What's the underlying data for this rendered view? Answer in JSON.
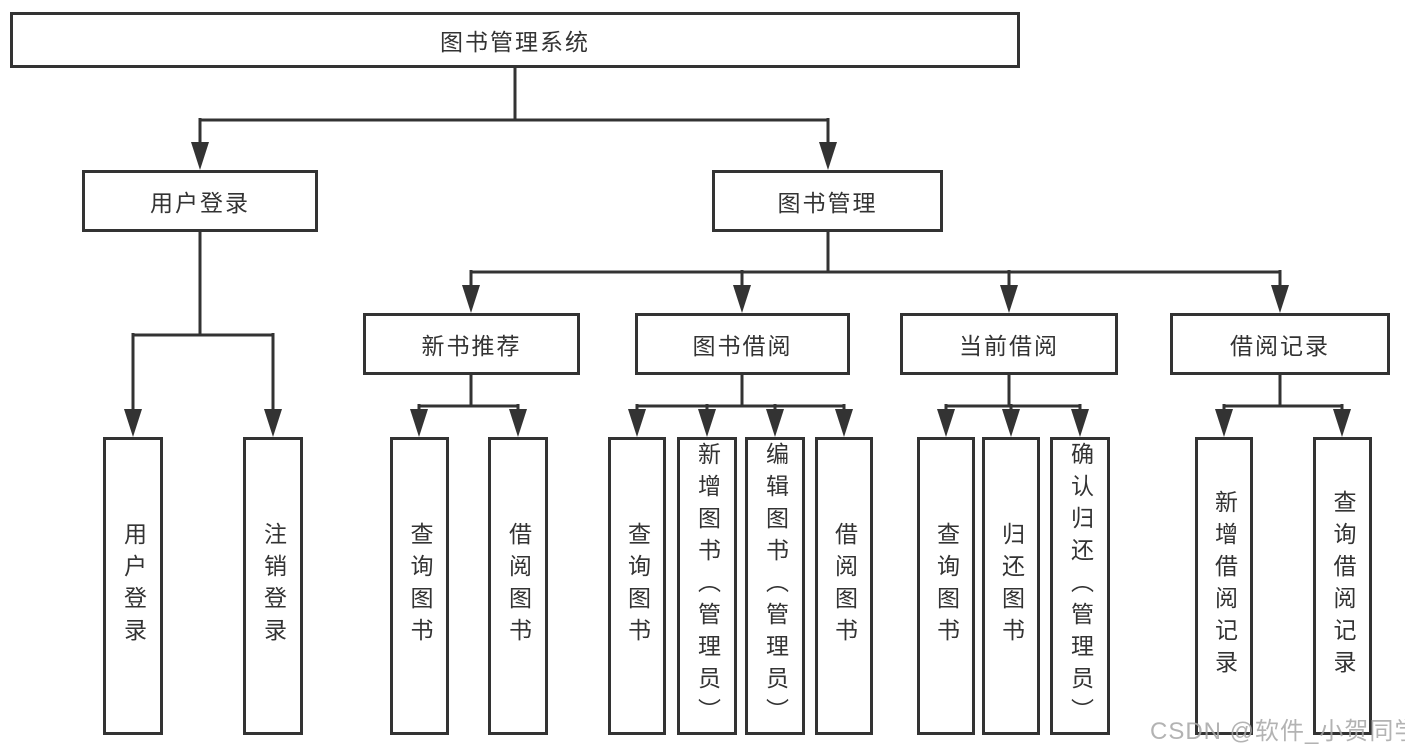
{
  "diagram": {
    "root": "图书管理系统",
    "branches": {
      "user_login": "用户登录",
      "book_management": "图书管理"
    },
    "modules": {
      "new_book_recommend": "新书推荐",
      "book_borrow": "图书借阅",
      "current_borrow": "当前借阅",
      "borrow_records": "借阅记录"
    },
    "leaves": {
      "user_login": [
        "用户登录",
        "注销登录"
      ],
      "new_book_recommend": [
        "查询图书",
        "借阅图书"
      ],
      "book_borrow": [
        "查询图书",
        "新增图书（管理员）",
        "编辑图书（管理员）",
        "借阅图书"
      ],
      "current_borrow": [
        "查询图书",
        "归还图书",
        "确认归还（管理员）"
      ],
      "borrow_records": [
        "新增借阅记录",
        "查询借阅记录"
      ]
    }
  },
  "watermark": "CSDN @软件_小贺同学",
  "colors": {
    "line": "#333333",
    "text": "#333333",
    "background": "#ffffff",
    "watermark": "#a6a6a6"
  }
}
